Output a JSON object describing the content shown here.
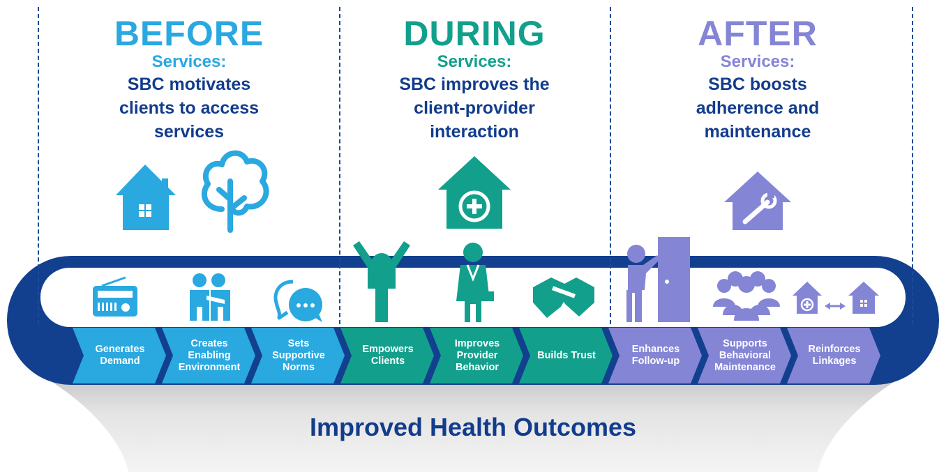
{
  "phases": [
    {
      "title": "BEFORE",
      "services_label": "Services:",
      "description": "SBC motivates clients to access services",
      "color": "#2aa8e0",
      "desc_lines": [
        "SBC motivates",
        "clients to access",
        "services"
      ]
    },
    {
      "title": "DURING",
      "services_label": "Services:",
      "description": "SBC improves the client-provider interaction",
      "color": "#12a08c",
      "desc_lines": [
        "SBC improves the",
        "client-provider",
        "interaction"
      ]
    },
    {
      "title": "AFTER",
      "services_label": "Services:",
      "description": "SBC boosts adherence and maintenance",
      "color": "#8585d6",
      "desc_lines": [
        "SBC boosts",
        "adherence and",
        "maintenance"
      ]
    }
  ],
  "steps": [
    {
      "label": "Generates Demand",
      "phase": "before",
      "icon": "radio-icon"
    },
    {
      "label": "Creates Enabling Environment",
      "phase": "before",
      "icon": "hugging-people-icon"
    },
    {
      "label": "Sets Supportive Norms",
      "phase": "before",
      "icon": "speech-bubbles-icon"
    },
    {
      "label": "Empowers Clients",
      "phase": "during",
      "icon": "raised-arms-person-icon"
    },
    {
      "label": "Improves Provider Behavior",
      "phase": "during",
      "icon": "doctor-icon"
    },
    {
      "label": "Builds Trust",
      "phase": "during",
      "icon": "handshake-icon"
    },
    {
      "label": "Enhances Follow-up",
      "phase": "after",
      "icon": "person-at-door-icon"
    },
    {
      "label": "Supports Behavioral Maintenance",
      "phase": "after",
      "icon": "group-of-people-icon"
    },
    {
      "label": "Reinforces Linkages",
      "phase": "after",
      "icon": "clinic-home-link-icon"
    }
  ],
  "phase_icons": {
    "before": [
      "house-icon",
      "tree-icon"
    ],
    "during": [
      "health-clinic-icon"
    ],
    "after": [
      "house-repair-icon"
    ]
  },
  "outcome": "Improved Health Outcomes",
  "colors": {
    "before": "#2aa8e0",
    "during": "#12a08c",
    "after": "#8585d6",
    "navy": "#123c8c",
    "band": "#12408f",
    "funnel": "#e6e6e6"
  }
}
